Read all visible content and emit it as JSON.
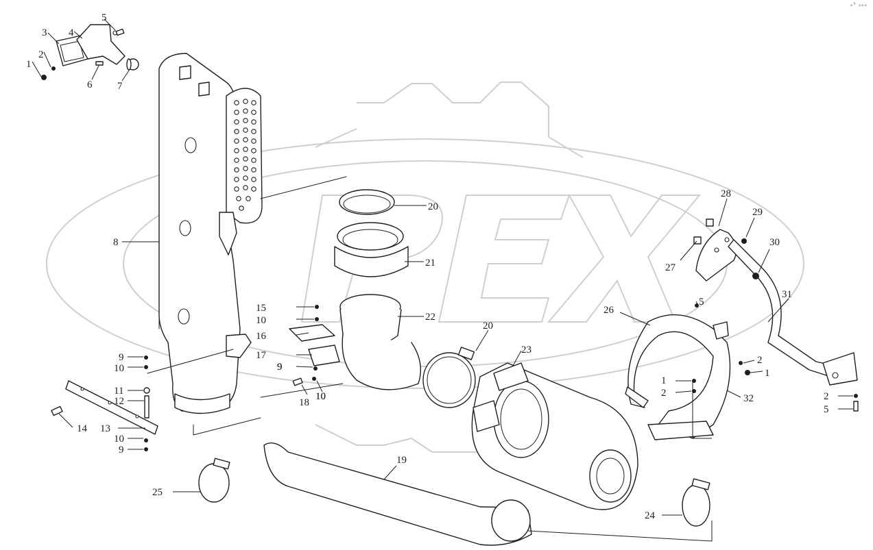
{
  "corner_mark": "ₒ⁰ ₒₒₒ",
  "callouts": [
    "1",
    "2",
    "3",
    "4",
    "5",
    "6",
    "7",
    "8",
    "9",
    "10",
    "9",
    "10",
    "11",
    "12",
    "13",
    "14",
    "10",
    "9",
    "15",
    "10",
    "16",
    "17",
    "9",
    "18",
    "10",
    "20",
    "21",
    "22",
    "20",
    "23",
    "19",
    "25",
    "24",
    "26",
    "28",
    "29",
    "27",
    "30",
    "31",
    "5",
    "2",
    "1",
    "1",
    "2",
    "32",
    "2",
    "5"
  ]
}
